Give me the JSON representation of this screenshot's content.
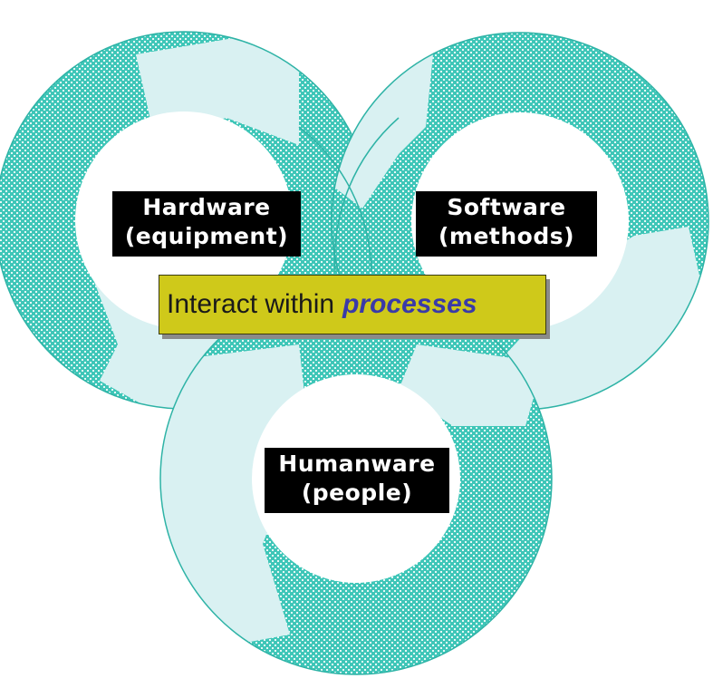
{
  "colors": {
    "ring_teal": "#3fc6b8",
    "ring_light": "#d9f1f2",
    "label_bg": "#000000",
    "label_text": "#ffffff",
    "process_bg": "#cfc91a",
    "process_emphasis": "#3a3aa8"
  },
  "nodes": {
    "hardware": {
      "line1": "Hardware",
      "line2": "(equipment)"
    },
    "software": {
      "line1": "Software",
      "line2": "(methods)"
    },
    "humanware": {
      "line1": "Humanware",
      "line2": "(people)"
    }
  },
  "process": {
    "prefix": "Interact within",
    "emphasis": "processes"
  }
}
